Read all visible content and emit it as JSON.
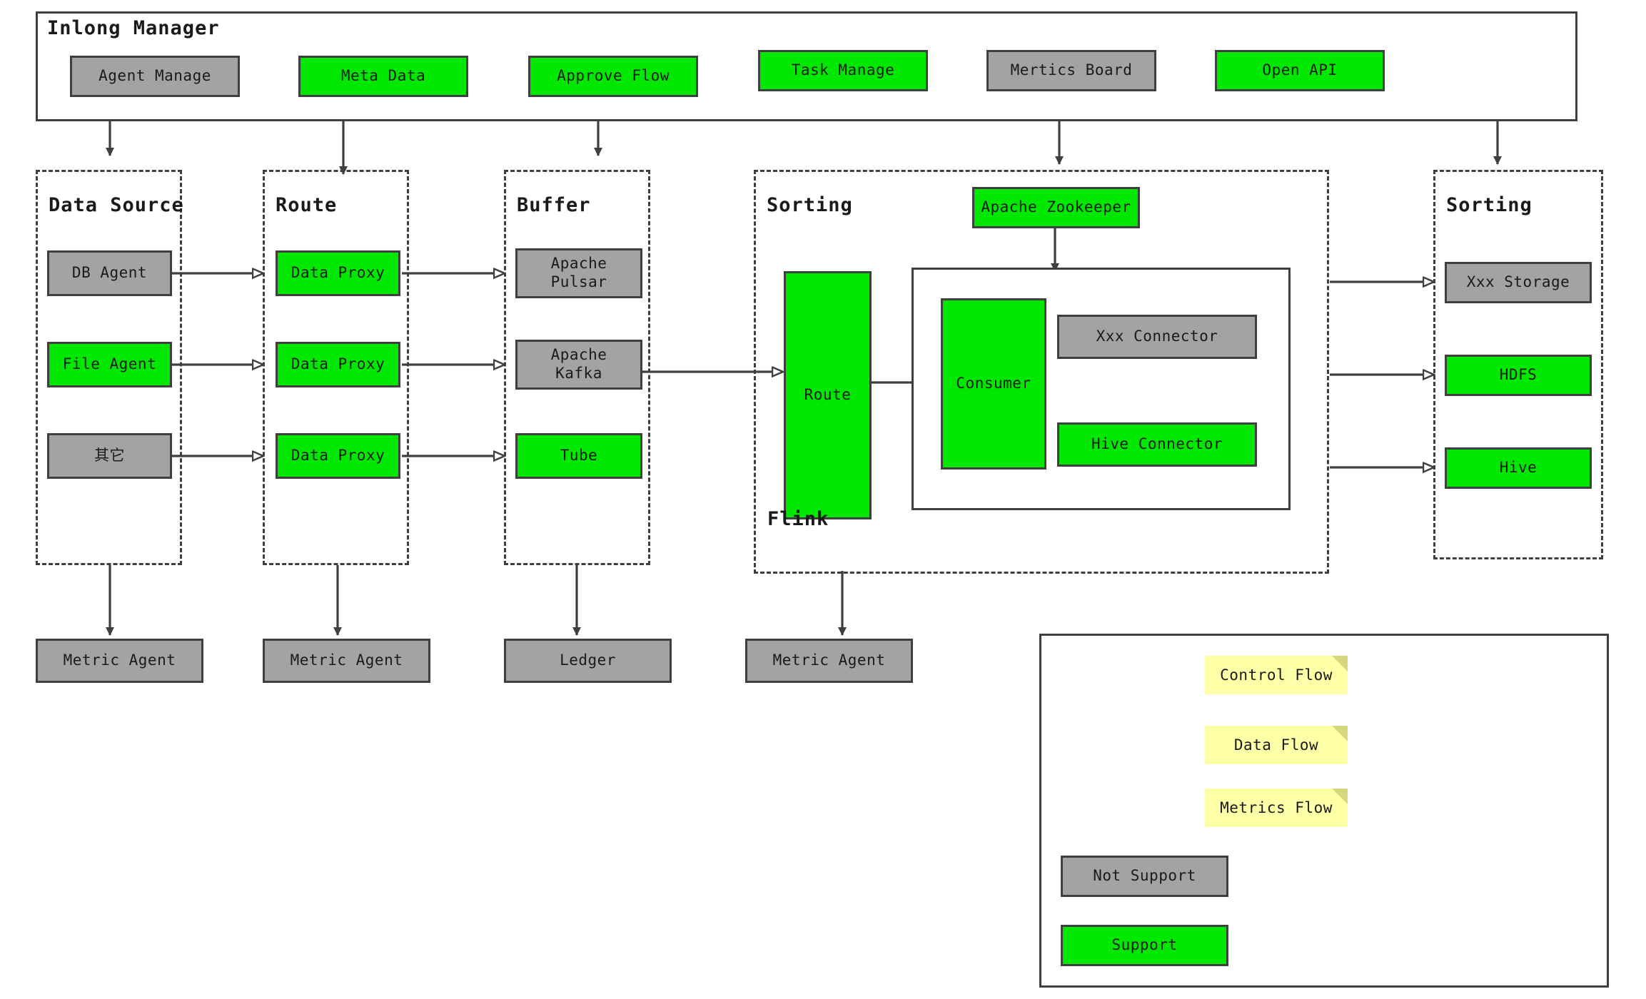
{
  "manager": {
    "title": "Inlong Manager",
    "items": [
      {
        "label": "Agent Manage",
        "state": "not-supported"
      },
      {
        "label": "Meta Data",
        "state": "supported"
      },
      {
        "label": "Approve Flow",
        "state": "supported"
      },
      {
        "label": "Task Manage",
        "state": "supported"
      },
      {
        "label": "Mertics Board",
        "state": "not-supported"
      },
      {
        "label": "Open API",
        "state": "supported"
      }
    ]
  },
  "groups": {
    "data_source": {
      "label": "Data Source",
      "items": [
        {
          "label": "DB Agent",
          "state": "not-supported"
        },
        {
          "label": "File Agent",
          "state": "supported"
        },
        {
          "label": "其它",
          "state": "not-supported"
        }
      ]
    },
    "route": {
      "label": "Route",
      "items": [
        {
          "label": "Data Proxy",
          "state": "supported"
        },
        {
          "label": "Data Proxy",
          "state": "supported"
        },
        {
          "label": "Data Proxy",
          "state": "supported"
        }
      ]
    },
    "buffer": {
      "label": "Buffer",
      "items": [
        {
          "label": "Apache\nPulsar",
          "state": "not-supported"
        },
        {
          "label": "Apache\nKafka",
          "state": "not-supported"
        },
        {
          "label": "Tube",
          "state": "supported"
        }
      ]
    },
    "sorting_left": {
      "label": "Sorting",
      "flink_label": "Flink",
      "zookeeper": {
        "label": "Apache Zookeeper",
        "state": "supported"
      },
      "route": {
        "label": "Route",
        "state": "supported"
      },
      "consumer": {
        "label": "Consumer",
        "state": "supported"
      },
      "connectors": [
        {
          "label": "Xxx Connector",
          "state": "not-supported"
        },
        {
          "label": "Hive Connector",
          "state": "supported"
        }
      ]
    },
    "sorting_right": {
      "label": "Sorting",
      "items": [
        {
          "label": "Xxx Storage",
          "state": "not-supported"
        },
        {
          "label": "HDFS",
          "state": "supported"
        },
        {
          "label": "Hive",
          "state": "supported"
        }
      ]
    }
  },
  "metrics_row": [
    {
      "label": "Metric Agent",
      "state": "not-supported"
    },
    {
      "label": "Metric Agent",
      "state": "not-supported"
    },
    {
      "label": "Ledger",
      "state": "not-supported"
    },
    {
      "label": "Metric Agent",
      "state": "not-supported"
    }
  ],
  "legend": {
    "flows": [
      {
        "label": "Control Flow",
        "arrow": "filled-triangle"
      },
      {
        "label": "Data Flow",
        "arrow": "hollow-triangle"
      },
      {
        "label": "Metrics Flow",
        "arrow": "open-chevron"
      }
    ],
    "statuses": [
      {
        "label": "Not Support",
        "state": "not-supported"
      },
      {
        "label": "Support",
        "state": "supported"
      }
    ]
  },
  "colors": {
    "supported": "#00e800",
    "not_supported": "#a3a3a3",
    "note": "#ffffa8",
    "stroke": "#3f3f3f",
    "background": "#ffffff"
  }
}
